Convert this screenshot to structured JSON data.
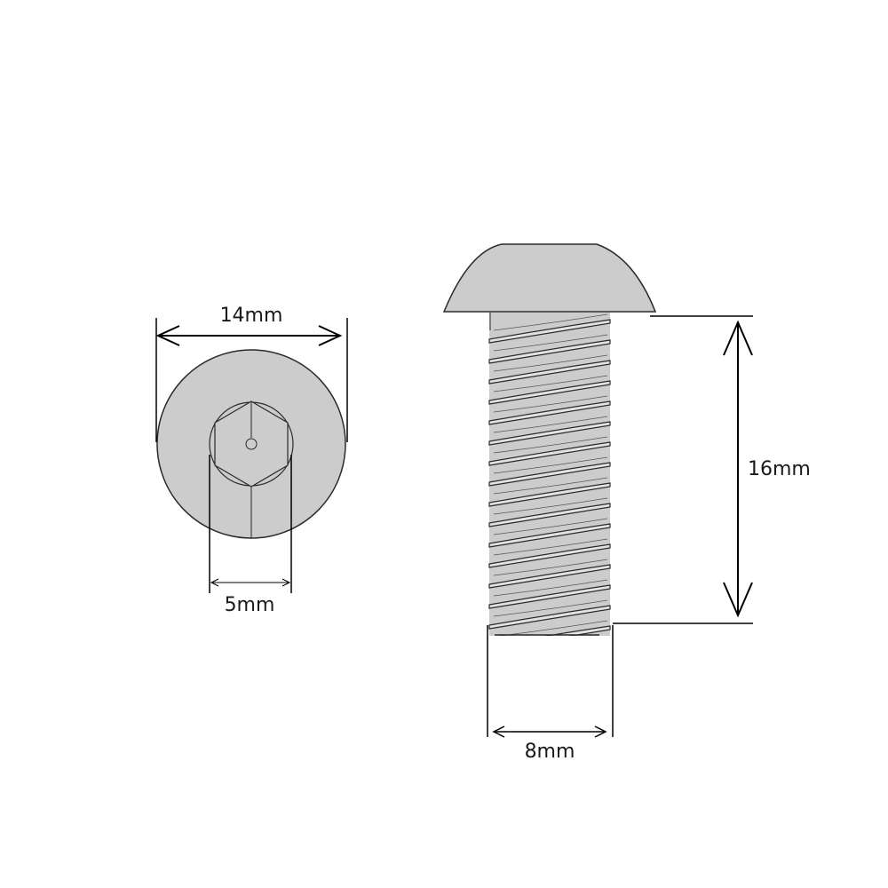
{
  "dimensions": {
    "head_diameter": "14mm",
    "hex_socket": "5mm",
    "thread_length": "16mm",
    "thread_diameter": "8mm"
  },
  "colors": {
    "part_fill": "#cccccc",
    "outline": "#2a2a2a",
    "dimension_line": "#000000",
    "background": "#ffffff"
  }
}
